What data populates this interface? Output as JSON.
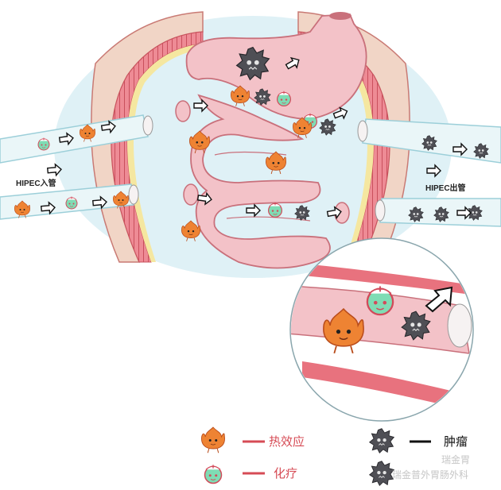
{
  "labels": {
    "inlet": "HIPEC入管",
    "outlet": "HIPEC出管"
  },
  "legend": {
    "heat": "热效应",
    "chemo": "化疗",
    "tumor": "肿瘤"
  },
  "watermark": {
    "line1": "瑞金胃",
    "line2": "瑞金普外胃肠外科"
  },
  "colors": {
    "peritoneum": "#dff1f6",
    "wall": "#f1d5c6",
    "muscle": "#e8727e",
    "tube": "#eaf6f8",
    "gut": "#f3c2c8",
    "fire": "#ee8333",
    "chemo": "#7fdcb4",
    "tumor": "#4f4f55",
    "arrow": "#111111",
    "legend_line": "#d64b55"
  }
}
